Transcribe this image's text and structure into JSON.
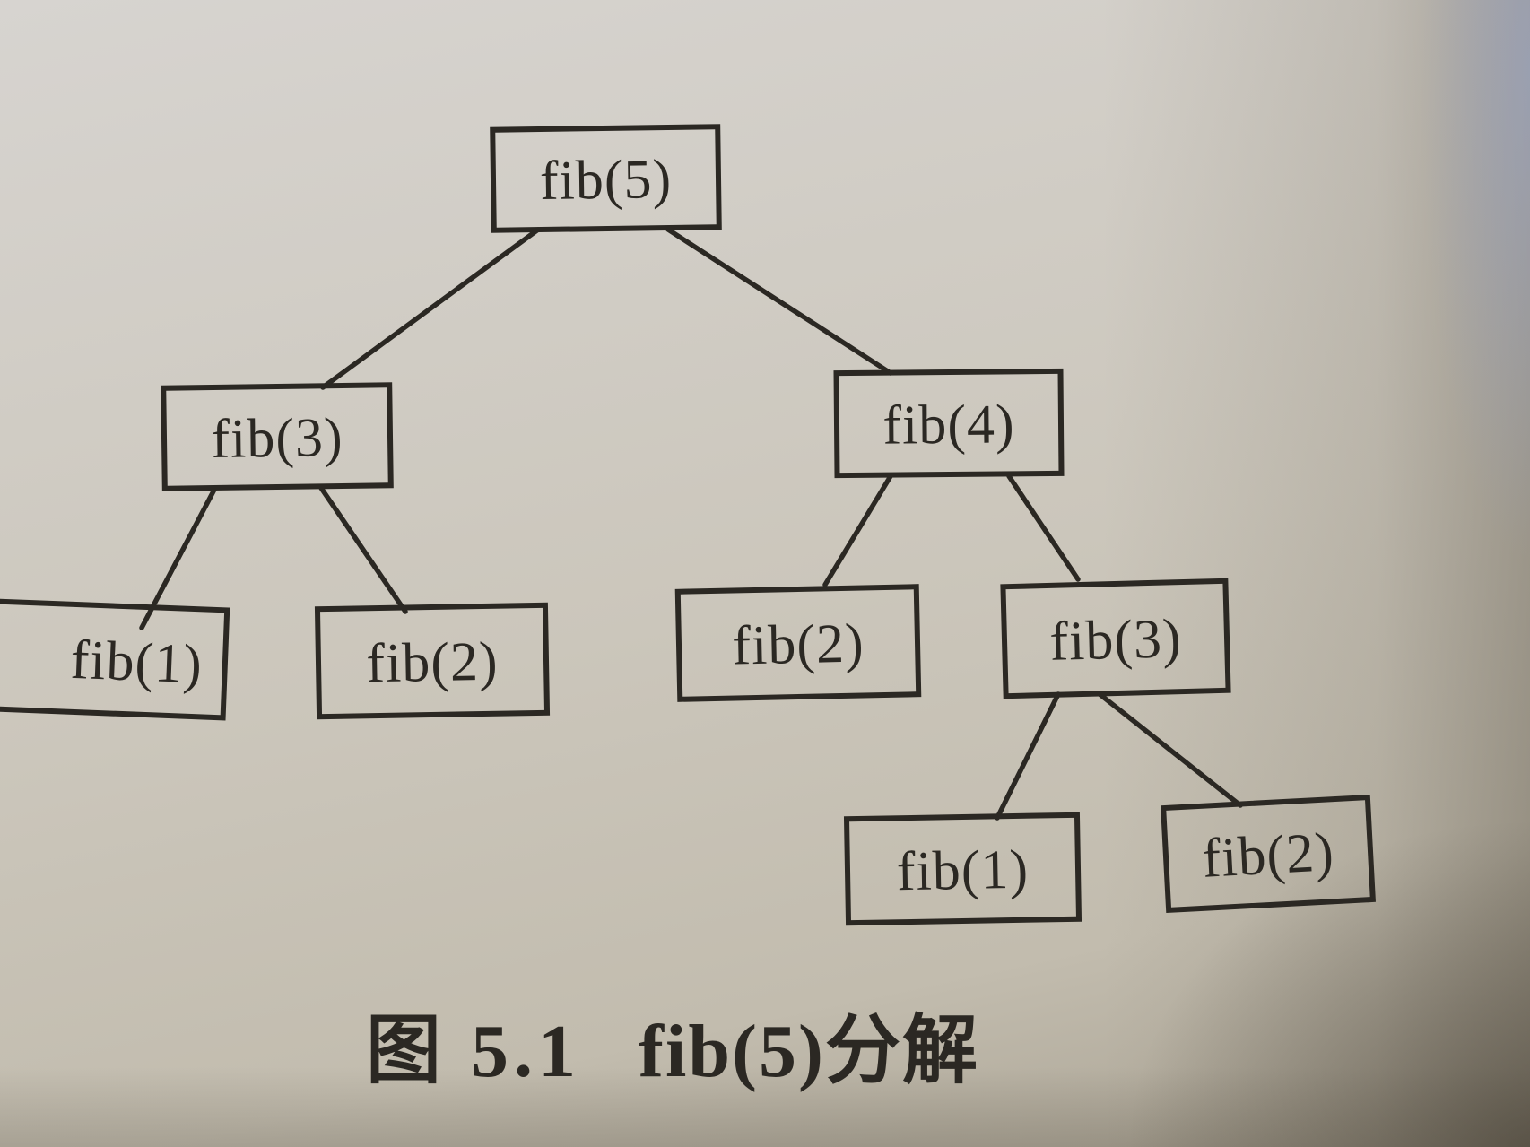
{
  "figure": {
    "kind": "recursion-tree photo from a textbook page",
    "caption": {
      "prefix": "图 5.1",
      "title": "fib(5)分解",
      "full": "图 5.1  fib(5)分解"
    }
  },
  "tree": {
    "root": "fib(5)",
    "nodes": [
      {
        "id": "fib5",
        "label": "fib(5)",
        "depth": 0
      },
      {
        "id": "fib3-left",
        "label": "fib(3)",
        "depth": 1
      },
      {
        "id": "fib4",
        "label": "fib(4)",
        "depth": 1
      },
      {
        "id": "fib1-left",
        "label": "fib(1)",
        "depth": 2
      },
      {
        "id": "fib2-left",
        "label": "fib(2)",
        "depth": 2
      },
      {
        "id": "fib2-mid",
        "label": "fib(2)",
        "depth": 2
      },
      {
        "id": "fib3-right",
        "label": "fib(3)",
        "depth": 2
      },
      {
        "id": "fib1-right",
        "label": "fib(1)",
        "depth": 3
      },
      {
        "id": "fib2-right",
        "label": "fib(2)",
        "depth": 3
      }
    ],
    "edges": [
      [
        "fib5",
        "fib3-left"
      ],
      [
        "fib5",
        "fib4"
      ],
      [
        "fib3-left",
        "fib1-left"
      ],
      [
        "fib3-left",
        "fib2-left"
      ],
      [
        "fib4",
        "fib2-mid"
      ],
      [
        "fib4",
        "fib3-right"
      ],
      [
        "fib3-right",
        "fib1-right"
      ],
      [
        "fib3-right",
        "fib2-right"
      ]
    ]
  },
  "colors": {
    "ink": "#2b2823",
    "paper_light": "#d7d4d0",
    "paper_mid": "#cbc6bb",
    "paper_dark": "#a8a192",
    "blue_edge": "#96a2c4"
  }
}
